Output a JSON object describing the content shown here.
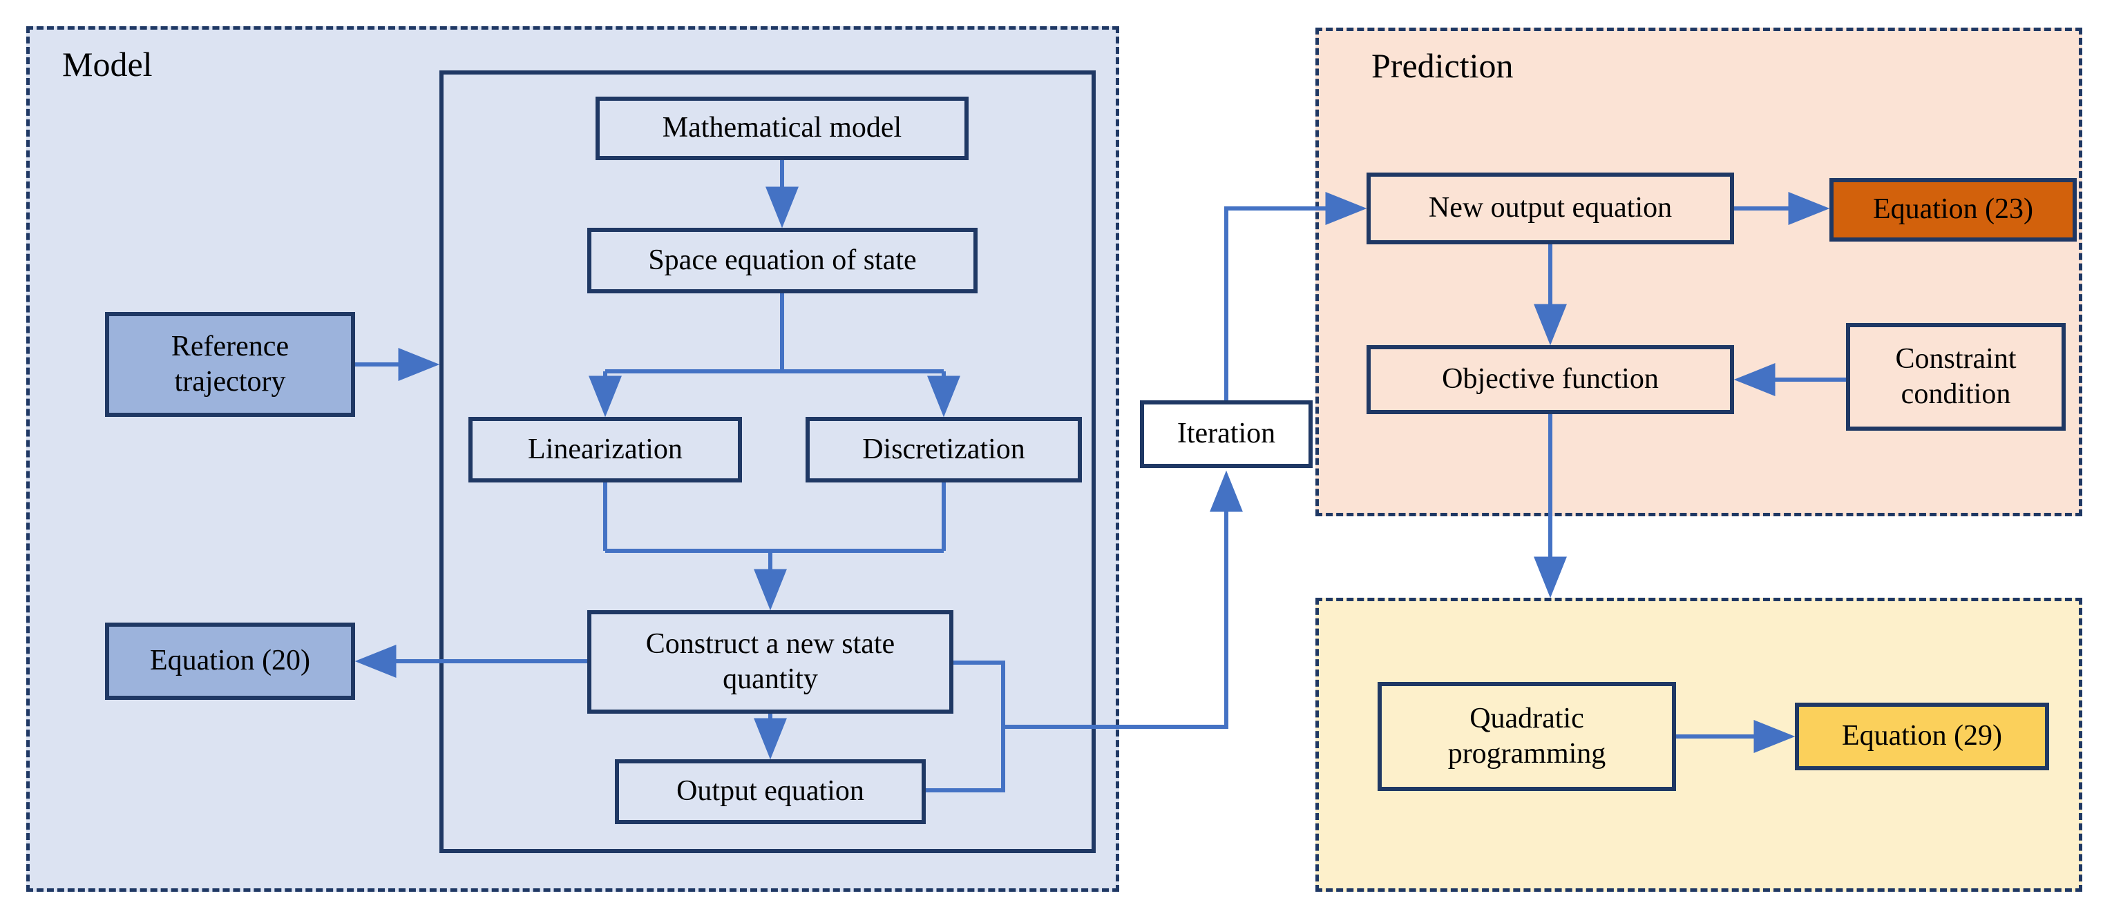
{
  "diagram": {
    "title": "Model Predictive Control flowchart",
    "colors": {
      "model_panel_bg": "#DCE3F2",
      "prediction_panel_bg": "#FBE3D5",
      "quadratic_panel_bg": "#FDF0CB",
      "panel_border": "#1F3864",
      "node_border": "#1F3864",
      "arrow": "#4472C4",
      "highlight_blue": "#9CB3DC",
      "highlight_orange": "#D2610C",
      "highlight_gold": "#FBD05B"
    }
  },
  "panels": {
    "model": {
      "title": "Model"
    },
    "prediction": {
      "title": "Prediction"
    },
    "quadratic": {
      "title": ""
    }
  },
  "nodes": {
    "mathematical_model": "Mathematical model",
    "space_equation_of_state": "Space equation of state",
    "linearization": "Linearization",
    "discretization": "Discretization",
    "construct_new_state": "Construct a new state quantity",
    "output_equation": "Output equation",
    "reference_trajectory": "Reference trajectory",
    "equation_20": "Equation (20)",
    "iteration": "Iteration",
    "new_output_equation": "New output equation",
    "equation_23": "Equation (23)",
    "objective_function": "Objective function",
    "constraint_condition": "Constraint condition",
    "quadratic_programming": "Quadratic programming",
    "equation_29": "Equation (29)"
  },
  "edges": [
    {
      "from": "mathematical_model",
      "to": "space_equation_of_state"
    },
    {
      "from": "space_equation_of_state",
      "to": "linearization"
    },
    {
      "from": "space_equation_of_state",
      "to": "discretization"
    },
    {
      "from": "linearization",
      "to": "construct_new_state"
    },
    {
      "from": "discretization",
      "to": "construct_new_state"
    },
    {
      "from": "construct_new_state",
      "to": "output_equation"
    },
    {
      "from": "construct_new_state",
      "to": "equation_20"
    },
    {
      "from": "reference_trajectory",
      "to": "model_inner"
    },
    {
      "from": "construct_new_state",
      "to": "iteration"
    },
    {
      "from": "output_equation",
      "to": "iteration"
    },
    {
      "from": "iteration",
      "to": "new_output_equation"
    },
    {
      "from": "new_output_equation",
      "to": "equation_23"
    },
    {
      "from": "new_output_equation",
      "to": "objective_function"
    },
    {
      "from": "constraint_condition",
      "to": "objective_function"
    },
    {
      "from": "objective_function",
      "to": "quadratic_programming"
    },
    {
      "from": "quadratic_programming",
      "to": "equation_29"
    }
  ]
}
